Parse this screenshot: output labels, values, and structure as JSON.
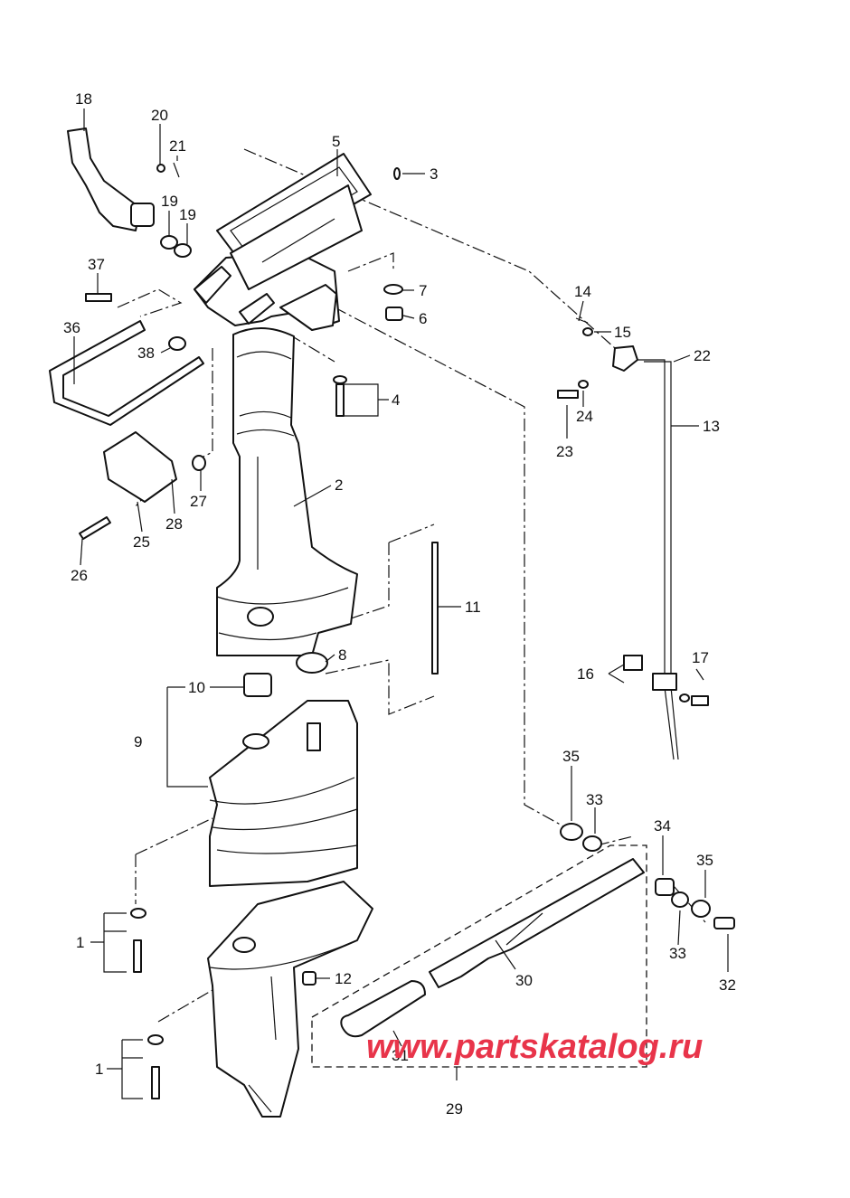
{
  "watermark": "www.partskatalog.ru",
  "callouts": {
    "c1a": "1",
    "c1b": "1",
    "c2": "2",
    "c3": "3",
    "c4": "4",
    "c5": "5",
    "c6": "6",
    "c7": "7",
    "c8": "8",
    "c9": "9",
    "c10": "10",
    "c11": "11",
    "c12": "12",
    "c13": "13",
    "c14": "14",
    "c15": "15",
    "c16": "16",
    "c17": "17",
    "c18": "18",
    "c19a": "19",
    "c19b": "19",
    "c20": "20",
    "c21": "21",
    "c22": "22",
    "c23": "23",
    "c24": "24",
    "c25": "25",
    "c26": "26",
    "c27": "27",
    "c28": "28",
    "c29": "29",
    "c30": "30",
    "c31": "31",
    "c32": "32",
    "c33a": "33",
    "c33b": "33",
    "c34": "34",
    "c35a": "35",
    "c35b": "35",
    "c36": "36",
    "c37": "37",
    "c38": "38"
  }
}
